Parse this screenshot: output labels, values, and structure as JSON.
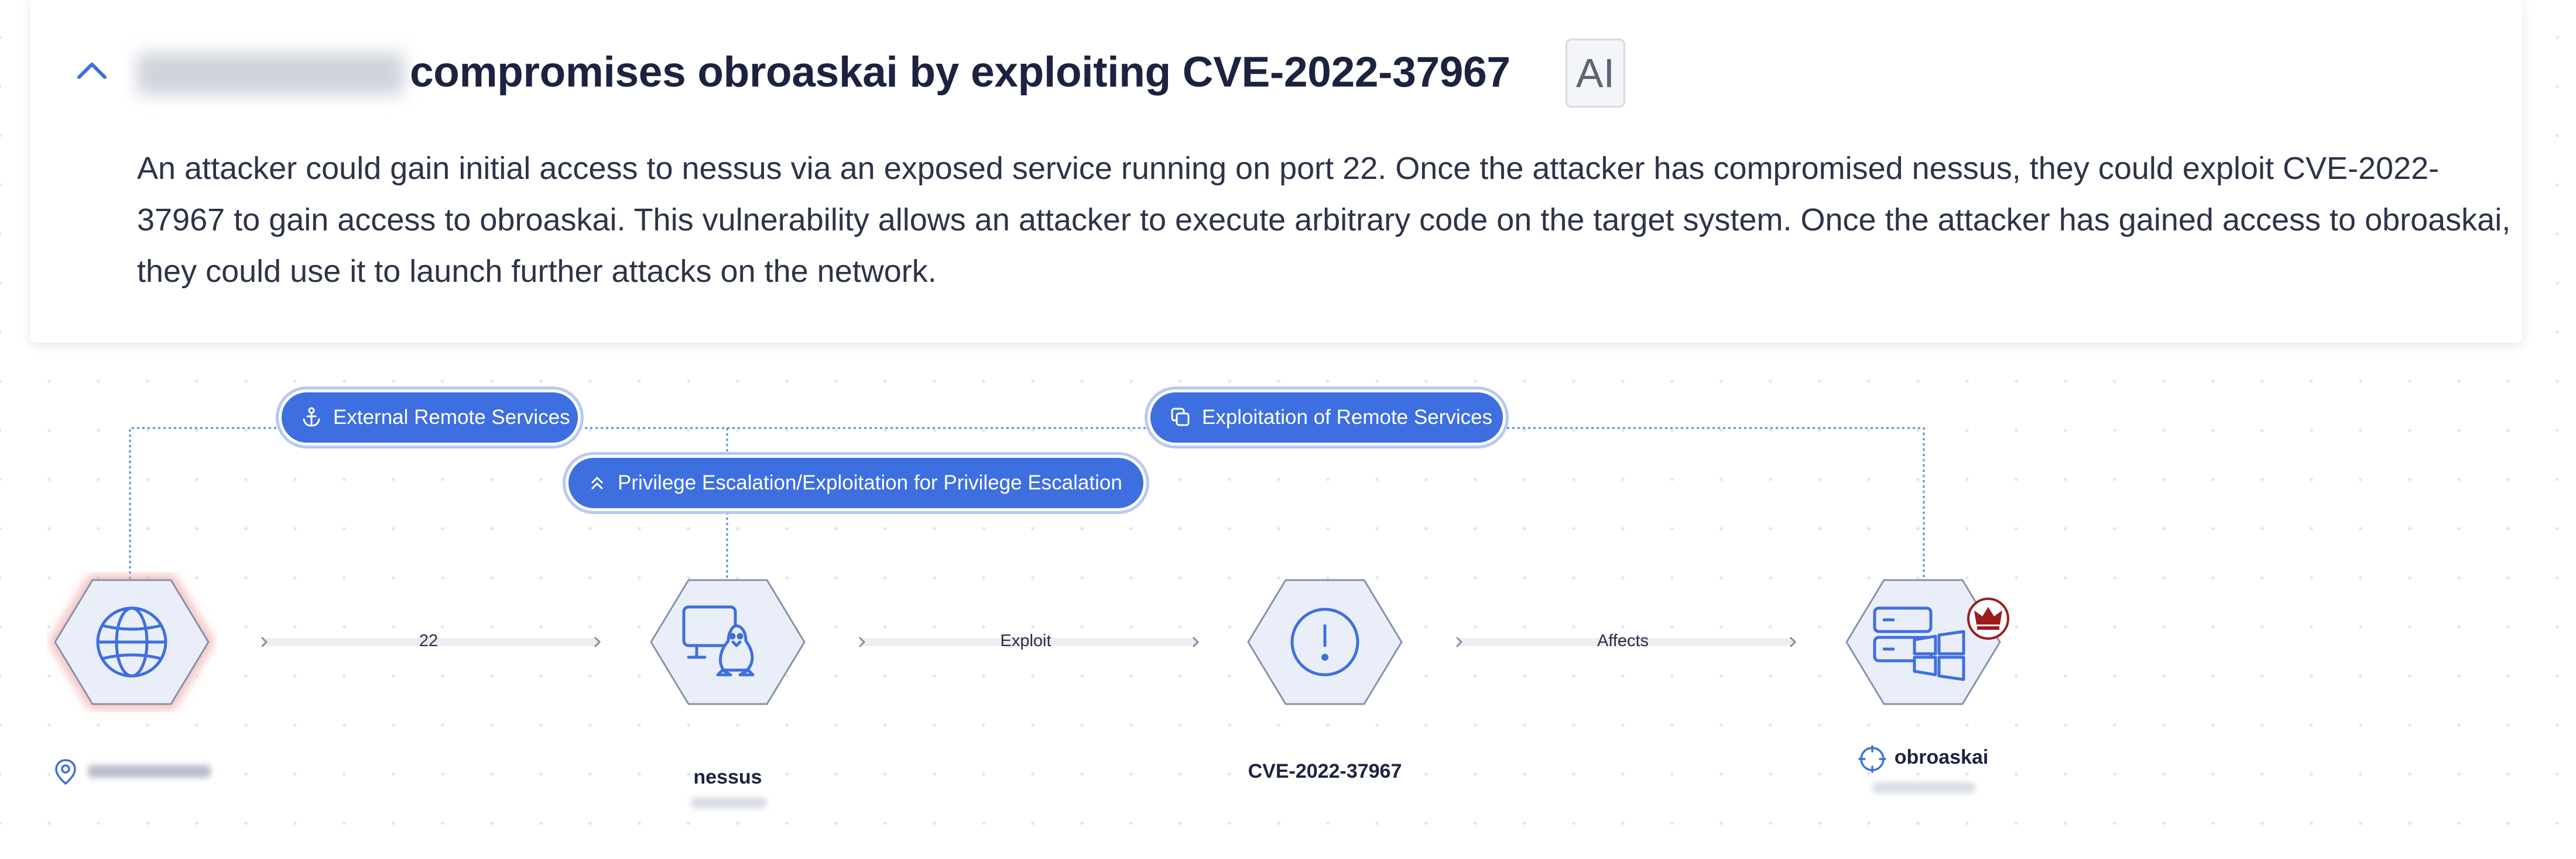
{
  "finding": {
    "title": "compromises obroaskai by exploiting CVE-2022-37967",
    "ai_badge": "AI",
    "description": "An attacker could gain initial access to nessus via an exposed service running on port 22. Once the attacker has compromised nessus, they could exploit CVE-2022-37967 to gain access to obroaskai. This vulnerability allows an attacker to execute arbitrary code on the target system. Once the attacker has gained access to obroaskai, they could use it to launch further attacks on the network."
  },
  "techniques": {
    "external_remote_services": "External Remote Services",
    "exploitation_remote_services": "Exploitation of Remote Services",
    "privilege_escalation": "Privilege Escalation/Exploitation for Privilege Escalation"
  },
  "edges": {
    "port": "22",
    "exploit": "Exploit",
    "affects": "Affects"
  },
  "nodes": {
    "internet": {
      "icon": "globe-icon"
    },
    "nessus": {
      "name": "nessus",
      "icon": "linux-host-icon"
    },
    "cve": {
      "name": "CVE-2022-37967",
      "icon": "alert-circle-icon"
    },
    "obroaskai": {
      "name": "obroaskai",
      "icon": "windows-server-icon",
      "badge_icon": "crown-icon"
    }
  },
  "colors": {
    "accent": "#3e6fe0",
    "node_fill": "#e9eef9",
    "node_stroke": "#8792ad",
    "crown_badge": "#9b1c1c"
  }
}
